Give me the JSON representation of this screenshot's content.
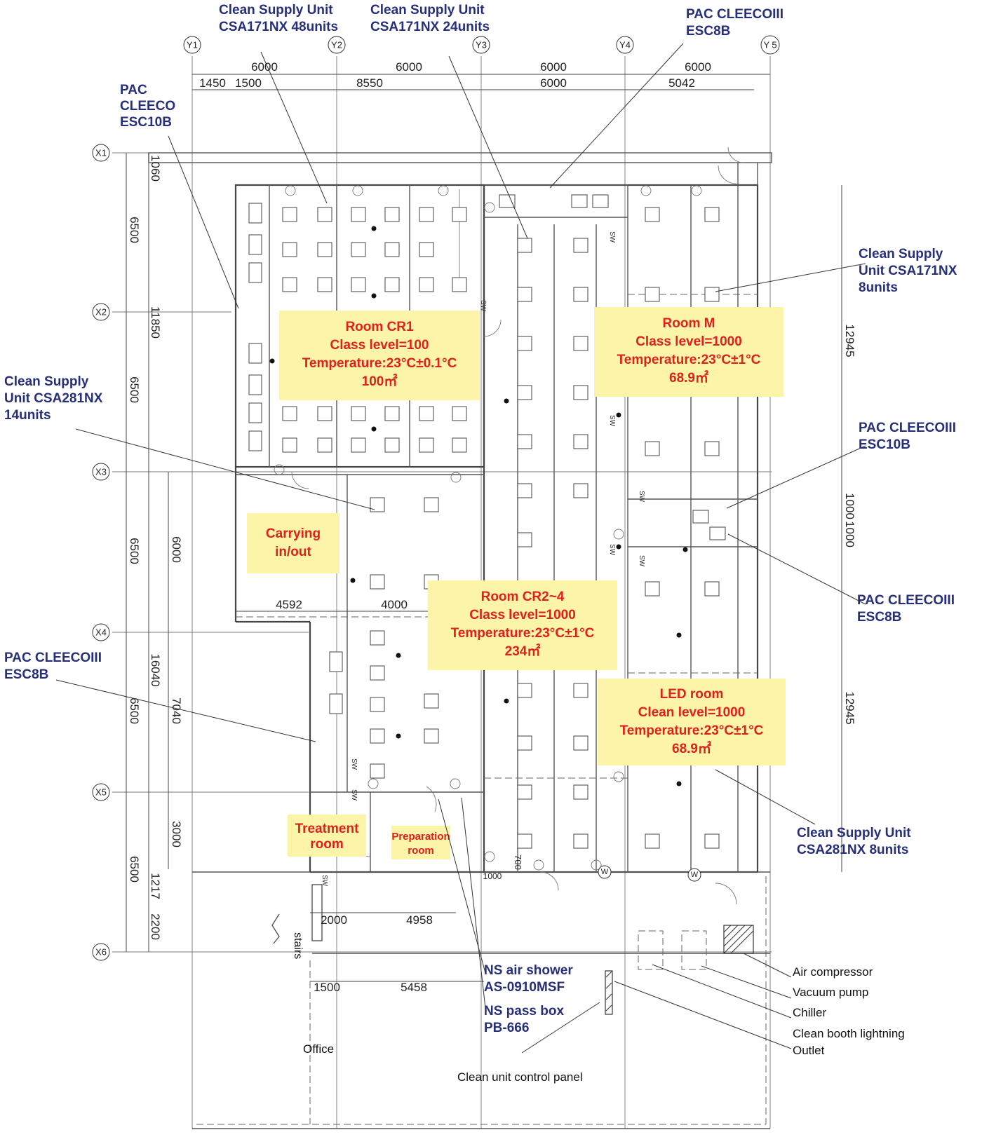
{
  "axes": {
    "columns": [
      "Y1",
      "Y2",
      "Y3",
      "Y4",
      "Y 5"
    ],
    "rows": [
      "X1",
      "X2",
      "X3",
      "X4",
      "X5",
      "X6"
    ]
  },
  "dimensions": {
    "top_row1": [
      "6000",
      "6000",
      "6000",
      "6000"
    ],
    "top_row2": [
      "1450",
      "1500",
      "8550",
      "6000",
      "5042"
    ],
    "left_outer": [
      "6500",
      "6500",
      "6500",
      "6500",
      "6500"
    ],
    "left_middle": [
      "1060",
      "11850",
      "16040",
      "1217",
      "2200"
    ],
    "left_inner": [
      "6000",
      "7040",
      "3000"
    ],
    "right": [
      "12945",
      "1000",
      "1000",
      "12945"
    ],
    "interior": [
      "4592",
      "4000",
      "2000",
      "4958",
      "1500",
      "5458",
      "1000",
      "700"
    ]
  },
  "rooms": [
    {
      "id": "cr1",
      "lines": [
        "Room CR1",
        "Class level=100",
        "Temperature:23°C±0.1°C",
        "100㎡"
      ]
    },
    {
      "id": "m",
      "lines": [
        "Room M",
        "Class level=1000",
        "Temperature:23°C±1°C",
        "68.9㎡"
      ]
    },
    {
      "id": "carry",
      "lines": [
        "Carrying",
        "in/out"
      ]
    },
    {
      "id": "cr24",
      "lines": [
        "Room CR2~4",
        "Class level=1000",
        "Temperature:23°C±1°C",
        "234㎡"
      ]
    },
    {
      "id": "led",
      "lines": [
        "LED room",
        "Clean level=1000",
        "Temperature:23°C±1°C",
        "68.9㎡"
      ]
    },
    {
      "id": "treat",
      "lines": [
        "Treatment",
        "room"
      ]
    },
    {
      "id": "prep",
      "lines": [
        "Preparation",
        "room"
      ]
    }
  ],
  "equipment": {
    "csu48": [
      "Clean Supply Unit",
      "CSA171NX 48units"
    ],
    "csu24": [
      "Clean Supply Unit",
      "CSA171NX 24units"
    ],
    "pac_esc8b_top": [
      "PAC CLEECOIII",
      "ESC8B"
    ],
    "pac_esc10b_left": [
      "PAC",
      "CLEECO",
      "ESC10B"
    ],
    "csu8_right": [
      "Clean Supply",
      "Unit CSA171NX",
      "8units"
    ],
    "csu281_14": [
      "Clean Supply",
      "Unit CSA281NX",
      "14units"
    ],
    "pac_esc10b_right": [
      "PAC CLEECOIII",
      "ESC10B"
    ],
    "pac_esc8b_right": [
      "PAC CLEECOIII",
      "ESC8B"
    ],
    "pac_esc8b_left": [
      "PAC CLEECOIII",
      "ESC8B"
    ],
    "csu281_8": [
      "Clean Supply Unit",
      "CSA281NX 8units"
    ],
    "air_shower": [
      "NS air shower",
      "AS-0910MSF"
    ],
    "pass_box": [
      "NS pass box",
      "PB-666"
    ]
  },
  "utilities": {
    "air_compressor": "Air compressor",
    "vacuum_pump": "Vacuum pump",
    "chiller": "Chiller",
    "lightning": "Clean booth lightning",
    "outlet": "Outlet",
    "control_panel": "Clean unit control panel",
    "office": "Office",
    "stairs": "stairs",
    "switch_mark": "SW",
    "wash_mark": "W"
  }
}
